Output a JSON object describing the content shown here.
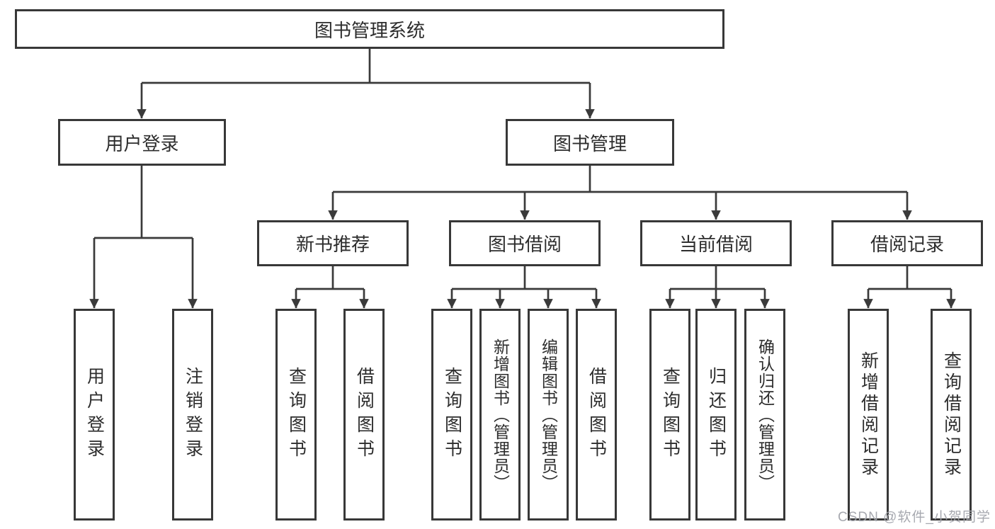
{
  "tree": {
    "label": "图书管理系统",
    "children": [
      {
        "label": "用户登录",
        "children": [
          {
            "label": "用户登录"
          },
          {
            "label": "注销登录"
          }
        ]
      },
      {
        "label": "图书管理",
        "children": [
          {
            "label": "新书推荐",
            "children": [
              {
                "label": "查询图书"
              },
              {
                "label": "借阅图书"
              }
            ]
          },
          {
            "label": "图书借阅",
            "children": [
              {
                "label": "查询图书"
              },
              {
                "label": "新增图书（管理员）"
              },
              {
                "label": "编辑图书（管理员）"
              },
              {
                "label": "借阅图书"
              }
            ]
          },
          {
            "label": "当前借阅",
            "children": [
              {
                "label": "查询图书"
              },
              {
                "label": "归还图书"
              },
              {
                "label": "确认归还（管理员）"
              }
            ]
          },
          {
            "label": "借阅记录",
            "children": [
              {
                "label": "新增借阅记录"
              },
              {
                "label": "查询借阅记录"
              }
            ]
          }
        ]
      }
    ]
  },
  "watermark": "CSDN @软件_小贺同学",
  "colors": {
    "line": "#3a3a3a",
    "box_border": "#383838",
    "text": "#2d2d2d",
    "watermark": "#a2a4ac",
    "background": "#ffffff"
  }
}
